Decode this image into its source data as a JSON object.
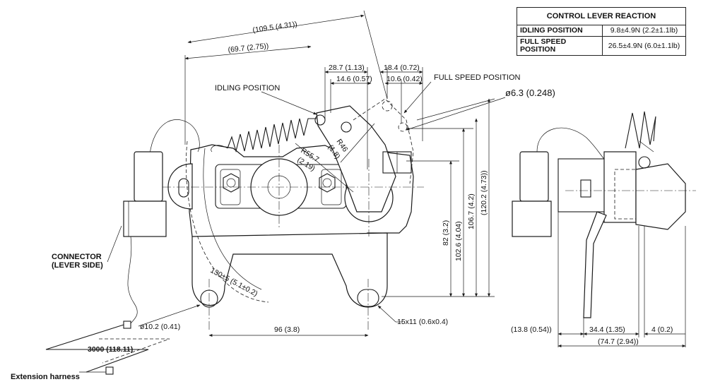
{
  "table": {
    "title": "CONTROL LEVER REACTION",
    "rows": [
      {
        "label": "IDLING POSITION",
        "value": "9.8±4.9N (2.2±1.1lb)"
      },
      {
        "label": "FULL SPEED POSITION",
        "value": "26.5±4.9N (6.0±1.1lb)"
      }
    ]
  },
  "labels": {
    "idling_position": "IDLING POSITION",
    "full_speed_position": "FULL SPEED POSITION",
    "connector_line1": "CONNECTOR",
    "connector_line2": "(LEVER SIDE)",
    "extension_harness": "Extension harness"
  },
  "dimensions": {
    "d109_5": "(109.5 (4.31))",
    "d69_7": "(69.7 (2.75))",
    "d28_7": "28.7 (1.13)",
    "d18_4": "18.4 (0.72)",
    "d14_6": "14.6 (0.57)",
    "d10_6": "10.6 (0.42)",
    "d6_3": "ø6.3 (0.248)",
    "r55_7a": "R55.7",
    "r55_7b": "(2.19)",
    "r46a": "R46",
    "r46b": "(1.8)",
    "d82": "82 (3.2)",
    "d102_6": "102.6 (4.04)",
    "d106_7": "106.7 (4.2)",
    "d120_2": "(120.2 (4.73))",
    "d130": "130±5 (5.1±0.2)",
    "d10_2": "ø10.2 (0.41)",
    "d96": "96 (3.8)",
    "d15x11": "15x11 (0.6x0.4)",
    "d3000": "3000 (118.11)",
    "d13_8": "(13.8 (0.54))",
    "d34_4": "34.4 (1.35)",
    "d4": "4 (0.2)",
    "d74_7": "(74.7 (2.94))"
  }
}
